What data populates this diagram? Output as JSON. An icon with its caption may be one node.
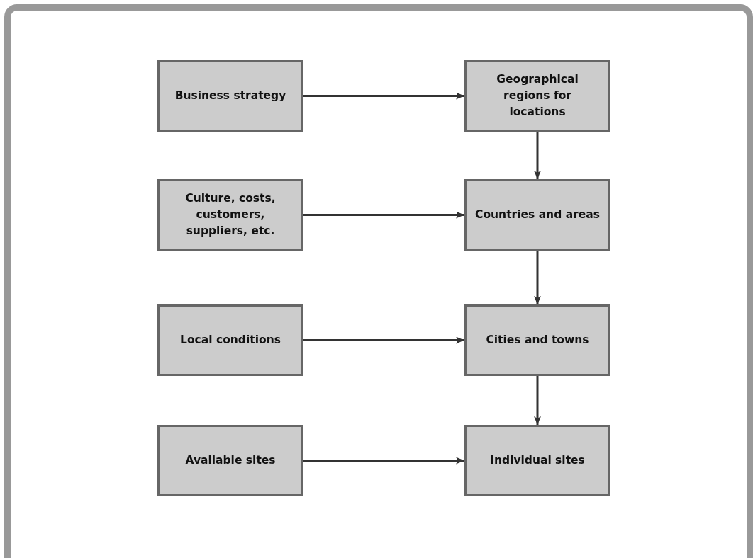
{
  "diagram": {
    "nodes": [
      {
        "text": [
          "Business strategy"
        ]
      },
      {
        "text": [
          "Geographical regions for locations"
        ]
      },
      {
        "text": [
          "Culture, costs, customers, suppliers, etc."
        ]
      },
      {
        "text": [
          "Countries and areas"
        ]
      },
      {
        "text": [
          "Local conditions"
        ]
      },
      {
        "text": [
          "Cities and towns"
        ]
      },
      {
        "text": [
          "Available sites"
        ]
      },
      {
        "text": [
          "Individual sites"
        ]
      }
    ],
    "edges": [
      {
        "from": 0,
        "to": 1,
        "arrow": "to"
      },
      {
        "from": 1,
        "to": 3,
        "arrow": "to"
      },
      {
        "from": 2,
        "to": 3,
        "arrow": "to"
      },
      {
        "from": 3,
        "to": 5,
        "arrow": "to"
      },
      {
        "from": 4,
        "to": 5,
        "arrow": "to"
      },
      {
        "from": 5,
        "to": 7,
        "arrow": "to"
      },
      {
        "from": 6,
        "to": 7,
        "arrow": "to"
      }
    ]
  }
}
